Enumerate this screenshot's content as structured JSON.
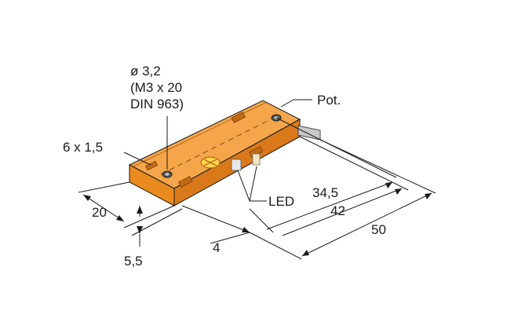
{
  "labels": {
    "hole_diameter": "ø 3,2",
    "screw_spec": "(M3 x 20",
    "din_spec": "DIN 963)",
    "pot": "Pot.",
    "slot": "6 x 1,5",
    "led": "LED",
    "dim_width": "20",
    "dim_height": "5,5",
    "dim_offset": "4",
    "dim_hole_spacing": "34,5",
    "dim_body_length": "42",
    "dim_total_length": "50"
  },
  "colors": {
    "body_top": "#f5a64a",
    "body_front": "#e88a1e",
    "body_side": "#d9791a",
    "line": "#1a1a1a",
    "text": "#1a1a1a"
  }
}
